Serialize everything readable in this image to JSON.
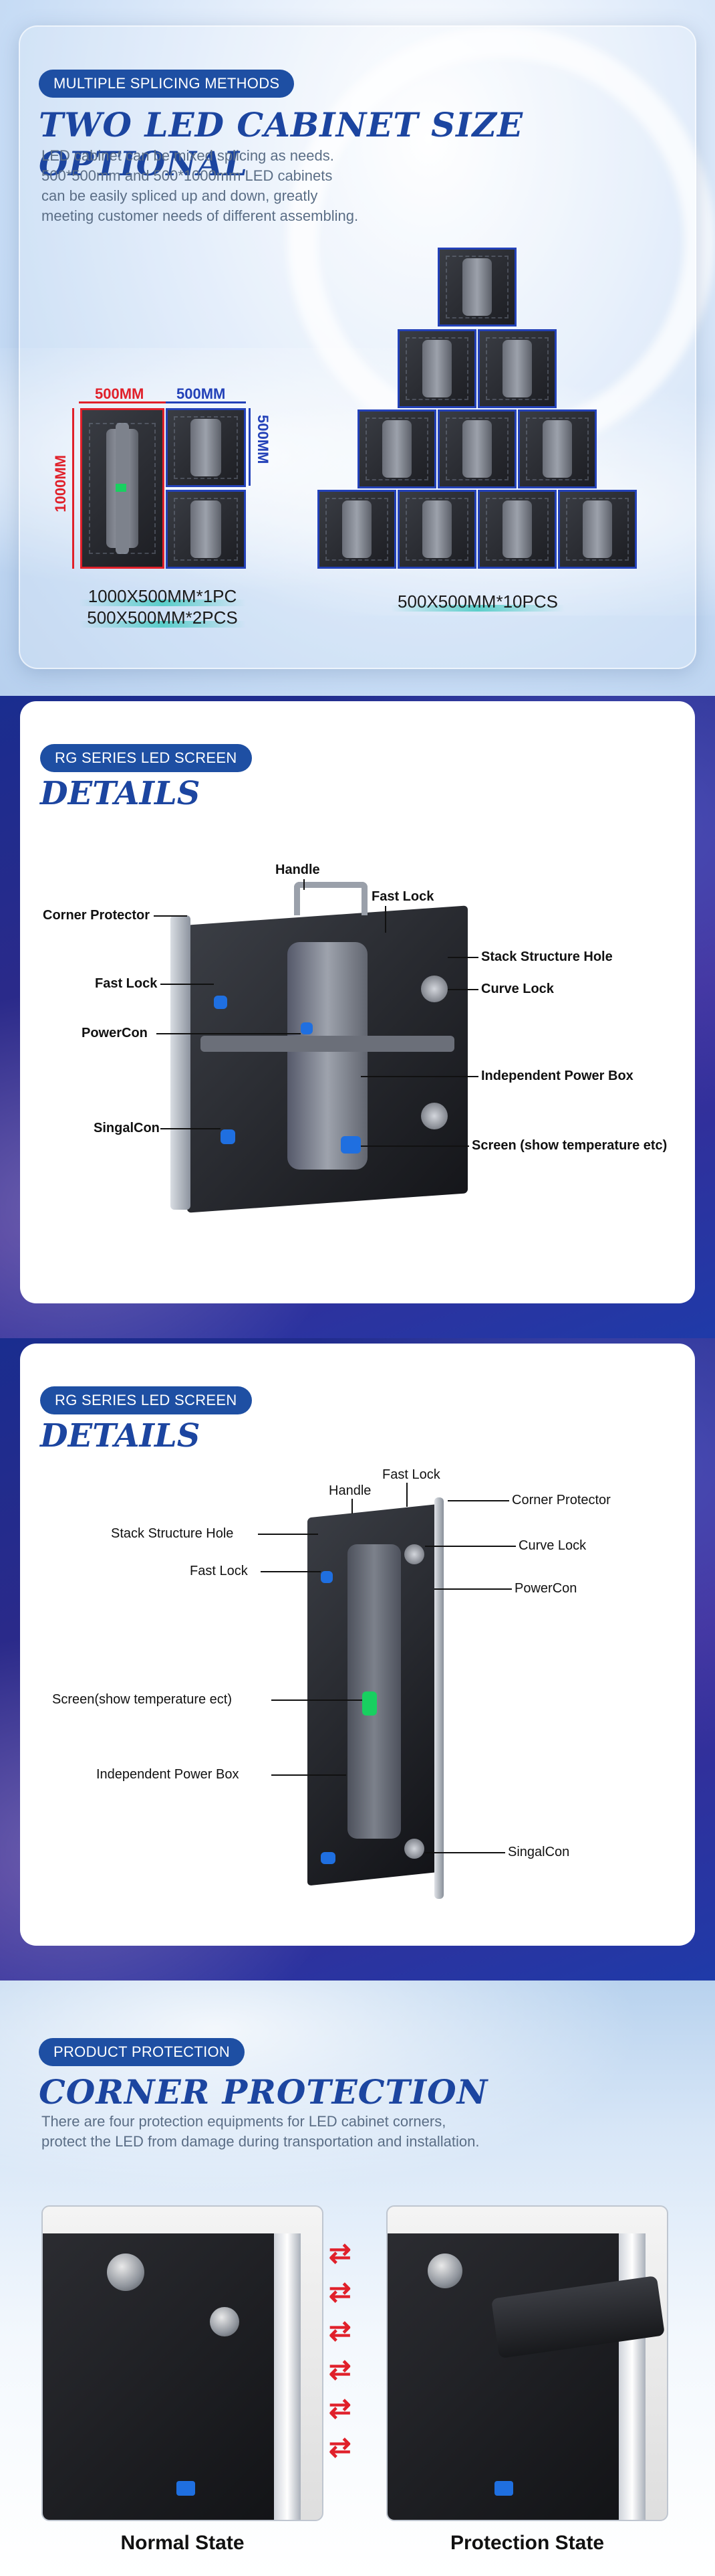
{
  "splicing": {
    "badge": "MULTIPLE SPLICING METHODS",
    "title": "TWO LED CABINET SIZE OPTIONAL",
    "desc_lines": [
      "LED cabinet can be mixed splicing as needs.",
      "500*500mm and 500*1000mm LED cabinets",
      "can be easily spliced up and down, greatly",
      "meeting customer needs of different assembling."
    ],
    "dim_width_red": "500MM",
    "dim_width_blue": "500MM",
    "dim_height_red": "1000MM",
    "dim_height_blue": "500MM",
    "caption_left_1": "1000X500MM*1PC",
    "caption_left_2": "500X500MM*2PCS",
    "caption_right": "500X500MM*10PCS"
  },
  "details_1": {
    "badge": "RG SERIES LED SCREEN",
    "title": "DETAILS",
    "labels": {
      "handle": "Handle",
      "fast_lock_top": "Fast Lock",
      "corner_protector": "Corner Protector",
      "stack_structure_hole": "Stack Structure Hole",
      "fast_lock_left": "Fast Lock",
      "curve_lock": "Curve Lock",
      "powercon": "PowerCon",
      "independent_power_box": "Independent Power Box",
      "singalcon": "SingalCon",
      "screen": "Screen (show temperature etc)"
    }
  },
  "details_2": {
    "badge": "RG SERIES LED SCREEN",
    "title": "DETAILS",
    "labels": {
      "fast_lock": "Fast Lock",
      "handle": "Handle",
      "corner_protector": "Corner Protector",
      "stack_structure_hole": "Stack Structure Hole",
      "curve_lock": "Curve Lock",
      "fast_lock_left": "Fast Lock",
      "powercon": "PowerCon",
      "screen": "Screen(show temperature ect)",
      "independent_power_box": "Independent Power Box",
      "singalcon": "SingalCon"
    }
  },
  "protection": {
    "badge": "PRODUCT PROTECTION",
    "title": "CORNER PROTECTION",
    "desc_lines": [
      "There are four protection equipments for LED cabinet corners,",
      "protect the LED from damage during transportation and installation."
    ],
    "normal_state": "Normal State",
    "protection_state": "Protection State"
  },
  "colors": {
    "title_blue": "#1c45a0",
    "badge_blue": "#1e4fa3",
    "dim_red": "#e0202a",
    "outline_blue": "#2341b8"
  }
}
